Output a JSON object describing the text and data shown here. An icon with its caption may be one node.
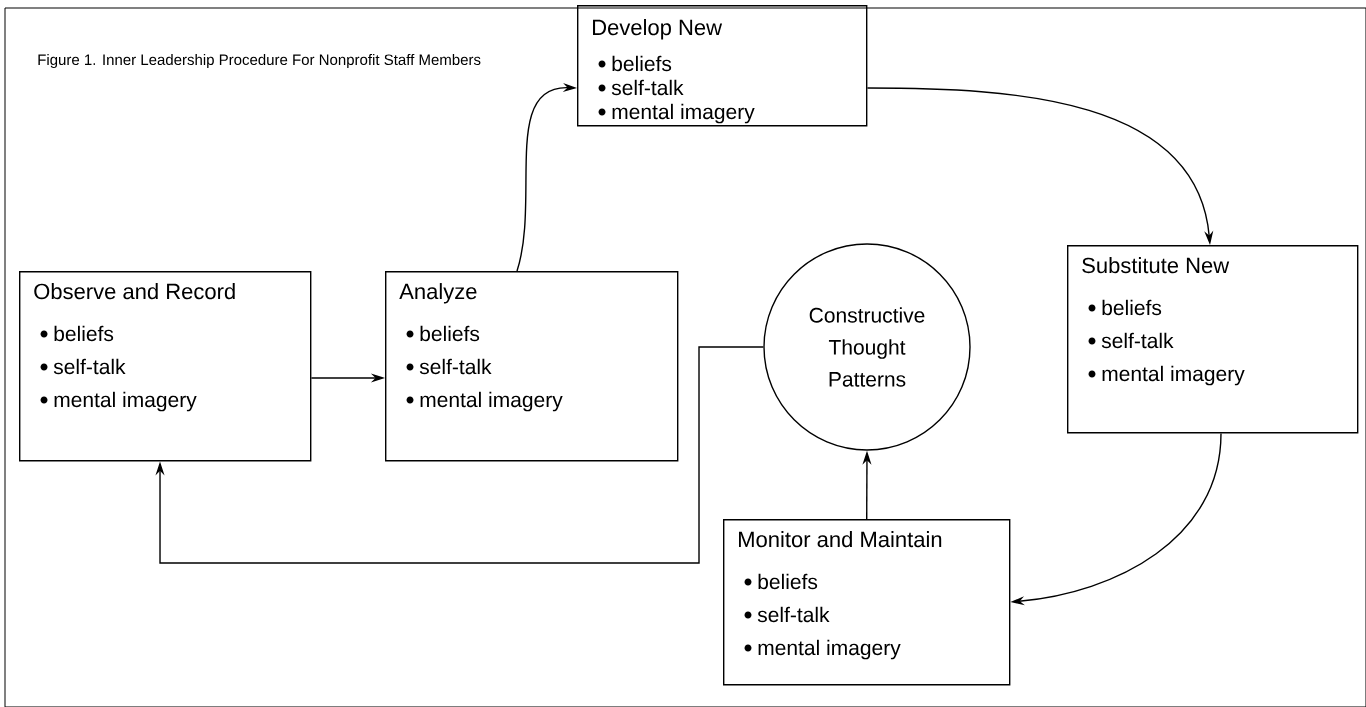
{
  "diagram": {
    "title": "Figure 1. Inner Leadership Procedure For Nonprofit Staff Members",
    "nodes": [
      {
        "text": [
          "Observe and Record",
          "beliefs",
          "self-talk",
          "mental imagery"
        ]
      },
      {
        "text": [
          "Analyze",
          "beliefs",
          "self-talk",
          "mental imagery"
        ]
      },
      {
        "text": [
          "Develop New",
          "beliefs",
          "self-talk",
          "mental imagery"
        ]
      },
      {
        "text": [
          "Constructive Thought Patterns"
        ]
      },
      {
        "text": [
          "Substitute New",
          "beliefs",
          "self-talk",
          "mental imagery"
        ]
      },
      {
        "text": [
          "Monitor and Maintain",
          "beliefs",
          "self-talk",
          "mental imagery"
        ]
      }
    ],
    "edges": [
      {
        "from": 0,
        "to": 1,
        "arrow": "to"
      },
      {
        "from": 1,
        "to": 2,
        "arrow": "to"
      },
      {
        "from": 2,
        "to": 4,
        "arrow": "to"
      },
      {
        "from": 4,
        "to": 5,
        "arrow": "to"
      },
      {
        "from": 5,
        "to": 3,
        "arrow": "to"
      },
      {
        "from": 3,
        "to": 0,
        "arrow": "to"
      }
    ]
  }
}
